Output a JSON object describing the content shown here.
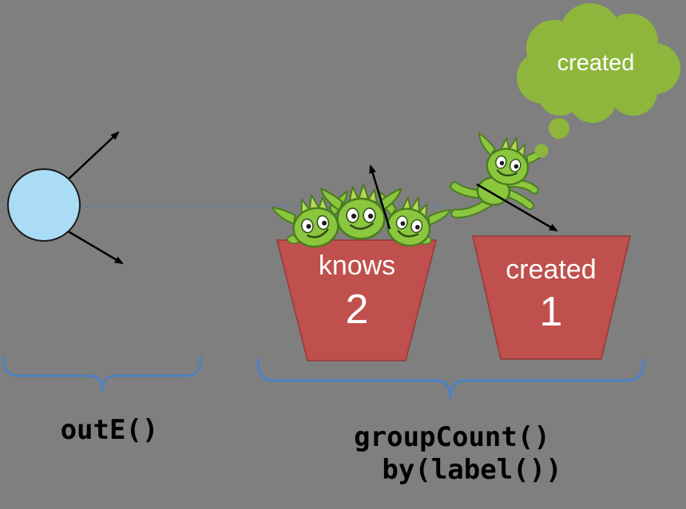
{
  "colors": {
    "background": "#7f7f7f",
    "vertex_fill": "#aadcf5",
    "dotted_line": "#4f81bd",
    "arrow": "#000000",
    "bucket_fill": "#c0504d",
    "cloud_fill": "#8eb63c",
    "brace": "#4f81bd",
    "gremlin_green": "#8bc63f",
    "gremlin_outline": "#4a7d1f"
  },
  "cloud": {
    "label": "created"
  },
  "buckets": [
    {
      "label": "knows",
      "count": "2"
    },
    {
      "label": "created",
      "count": "1"
    }
  ],
  "captions": {
    "out_e": "outE()",
    "group_count": "groupCount()",
    "by_label": "by(label())"
  }
}
